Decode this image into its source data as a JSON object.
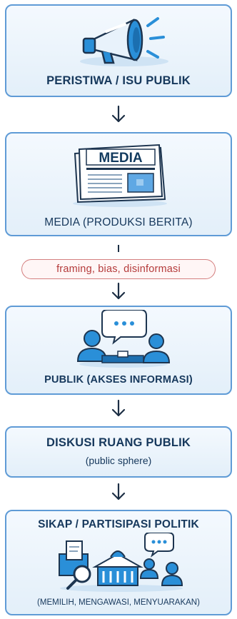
{
  "steps": [
    {
      "label": "PERISTIWA / ISU PUBLIK",
      "icon": "megaphone-icon"
    },
    {
      "label": "MEDIA (PRODUKSI BERITA)",
      "icon": "newspaper-icon",
      "newspaper_title": "MEDIA"
    },
    {
      "label": "PUBLIK (AKSES INFORMASI)",
      "icon": "people-discussion-icon"
    },
    {
      "label": "DISKUSI RUANG PUBLIK",
      "sublabel": "(public sphere)"
    },
    {
      "label": "SIKAP / PARTISIPASI POLITIK",
      "sublabel": "(MEMILIH, MENGAWASI, MENYUARAKAN)",
      "icon": "political-participation-icon"
    }
  ],
  "filter": {
    "label": "framing, bias, disinformasi"
  },
  "colors": {
    "accent": "#2a8fd8",
    "border": "#5f9bd6",
    "text": "#16385c",
    "warning": "#b43a3a"
  }
}
